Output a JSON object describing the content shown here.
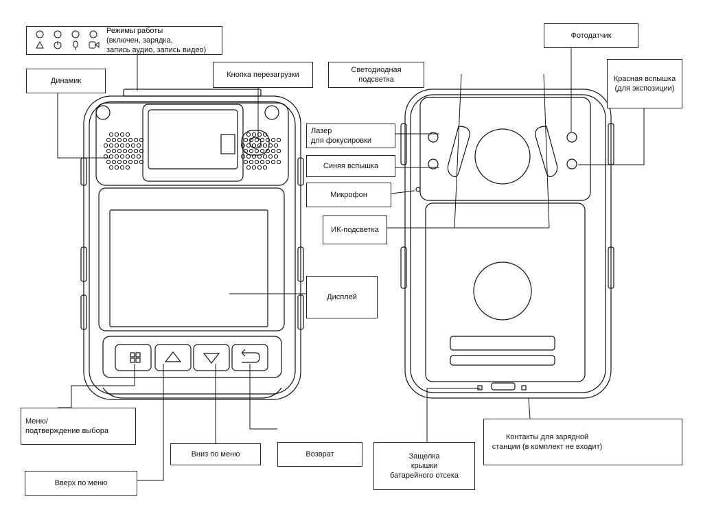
{
  "labels": {
    "modes": [
      "Режимы работы",
      "(включен, зарядка,",
      "запись аудио, запись видео)"
    ],
    "speaker": "Динамик",
    "reset_button": "Кнопка перезагрузки",
    "led_light": [
      "Светодиодная",
      "подсветка"
    ],
    "photo_sensor": "Фотодатчик",
    "red_flash": [
      "Красная вспышка",
      "(для экспозиции)"
    ],
    "laser": [
      "Лазер",
      "для фокусировки"
    ],
    "blue_flash": "Синяя вспышка",
    "microphone": "Микрофон",
    "ir_light": "ИК-подсветка",
    "display": "Дисплей",
    "menu_confirm": [
      "Меню/",
      "подтверждение выбора"
    ],
    "menu_down": "Вниз по меню",
    "back": "Возврат",
    "menu_up": "Вверх по меню",
    "latch": [
      "Защелка",
      "крышки",
      "батарейного отсека"
    ],
    "charging_contacts": [
      "Контакты для зарядной",
      "станции (в комплект не входит)"
    ]
  }
}
